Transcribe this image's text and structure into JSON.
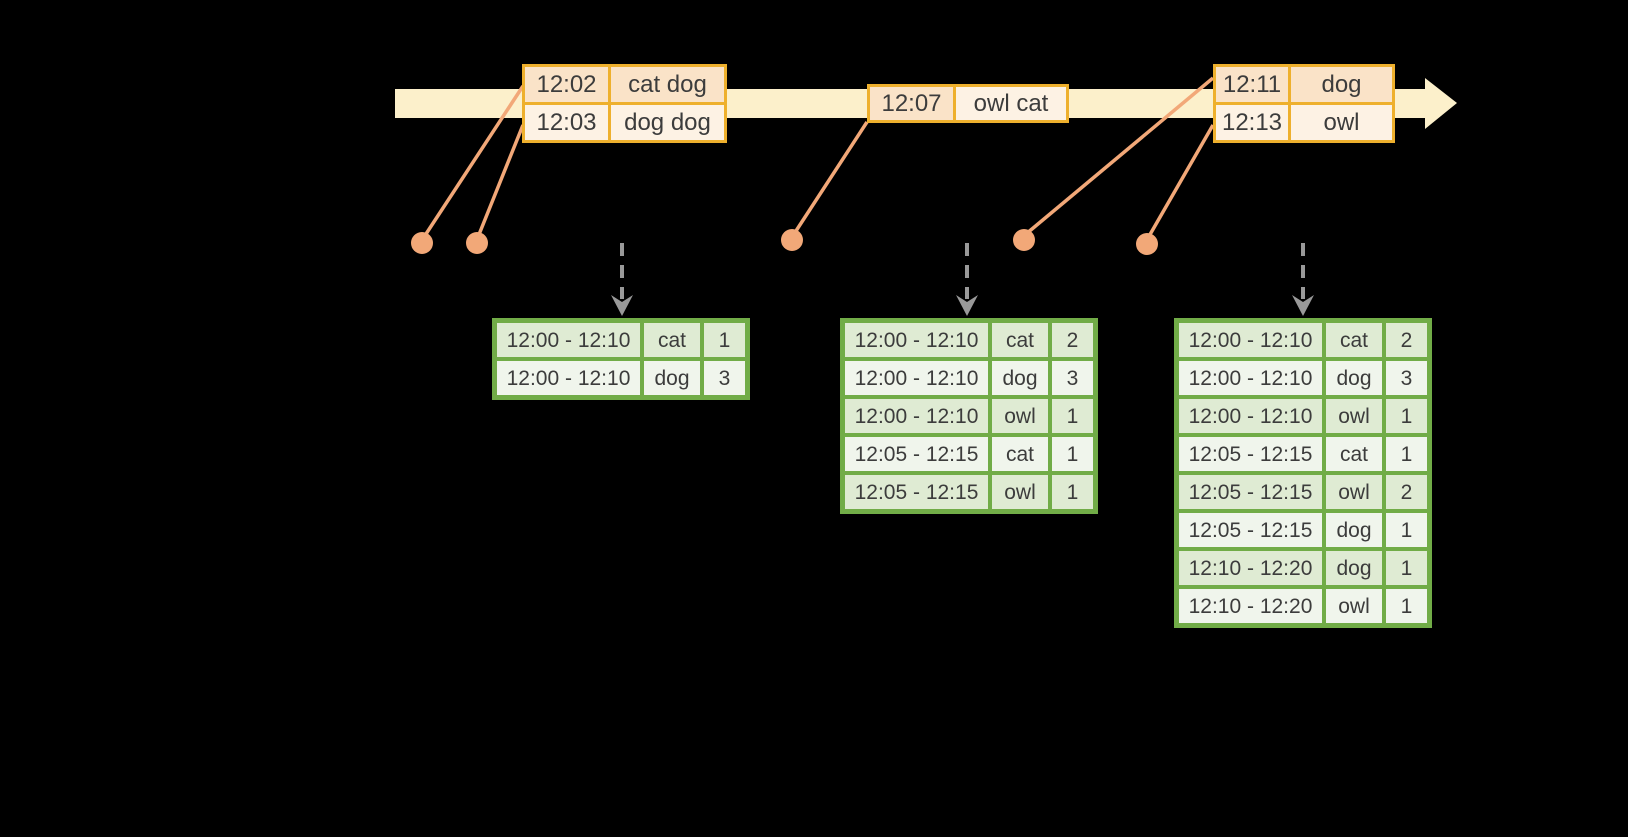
{
  "background_color": "#000000",
  "colors": {
    "timeline_fill": "#FCF0CB",
    "event_table_border": "#EEB02D",
    "event_cell_dark": "#FAE3C8",
    "event_cell_light": "#FDF2E4",
    "connector_and_dot": "#F2A878",
    "trigger_arrow": "#999999",
    "result_table_border": "#71AC47",
    "result_row_dark": "#DFEBD3",
    "result_row_light": "#F0F5EC",
    "cell_text": "#3C3C3C"
  },
  "event_batches": [
    {
      "rows": [
        {
          "time": "12:02",
          "words": "cat dog"
        },
        {
          "time": "12:03",
          "words": "dog dog"
        }
      ]
    },
    {
      "rows": [
        {
          "time": "12:07",
          "words": "owl cat"
        }
      ]
    },
    {
      "rows": [
        {
          "time": "12:11",
          "words": "dog"
        },
        {
          "time": "12:13",
          "words": "owl"
        }
      ]
    }
  ],
  "result_tables": [
    {
      "rows": [
        {
          "window": "12:00 - 12:10",
          "word": "cat",
          "count": "1"
        },
        {
          "window": "12:00 - 12:10",
          "word": "dog",
          "count": "3"
        }
      ]
    },
    {
      "rows": [
        {
          "window": "12:00 - 12:10",
          "word": "cat",
          "count": "2"
        },
        {
          "window": "12:00 - 12:10",
          "word": "dog",
          "count": "3"
        },
        {
          "window": "12:00 - 12:10",
          "word": "owl",
          "count": "1"
        },
        {
          "window": "12:05 - 12:15",
          "word": "cat",
          "count": "1"
        },
        {
          "window": "12:05 - 12:15",
          "word": "owl",
          "count": "1"
        }
      ]
    },
    {
      "rows": [
        {
          "window": "12:00 - 12:10",
          "word": "cat",
          "count": "2"
        },
        {
          "window": "12:00 - 12:10",
          "word": "dog",
          "count": "3"
        },
        {
          "window": "12:00 - 12:10",
          "word": "owl",
          "count": "1"
        },
        {
          "window": "12:05 - 12:15",
          "word": "cat",
          "count": "1"
        },
        {
          "window": "12:05 - 12:15",
          "word": "owl",
          "count": "2"
        },
        {
          "window": "12:05 - 12:15",
          "word": "dog",
          "count": "1"
        },
        {
          "window": "12:10 - 12:20",
          "word": "dog",
          "count": "1"
        },
        {
          "window": "12:10 - 12:20",
          "word": "owl",
          "count": "1"
        }
      ]
    }
  ]
}
